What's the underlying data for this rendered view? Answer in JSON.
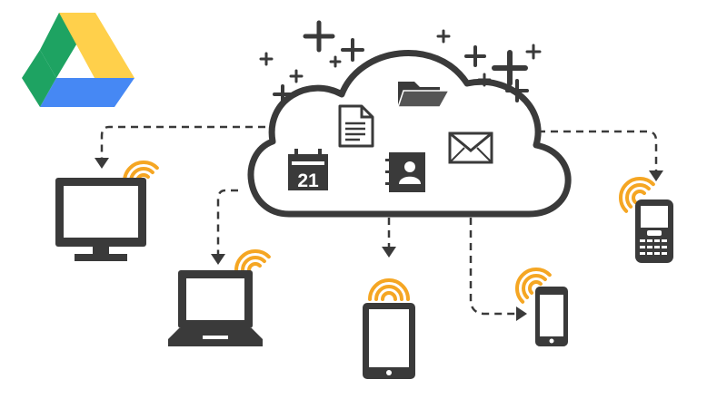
{
  "logo": {
    "name": "google-drive-logo"
  },
  "cloud": {
    "icons": [
      "document-icon",
      "folder-icon",
      "calendar-icon",
      "contacts-icon",
      "mail-icon"
    ],
    "calendar_day": "21"
  },
  "devices": [
    "desktop-monitor",
    "laptop",
    "tablet",
    "smartphone",
    "blackberry-phone"
  ],
  "colors": {
    "dark": "#3a3a3a",
    "wifi": "#f5a623",
    "drive_green": "#1ea362",
    "drive_yellow": "#ffd04b",
    "drive_blue": "#4688f4"
  }
}
